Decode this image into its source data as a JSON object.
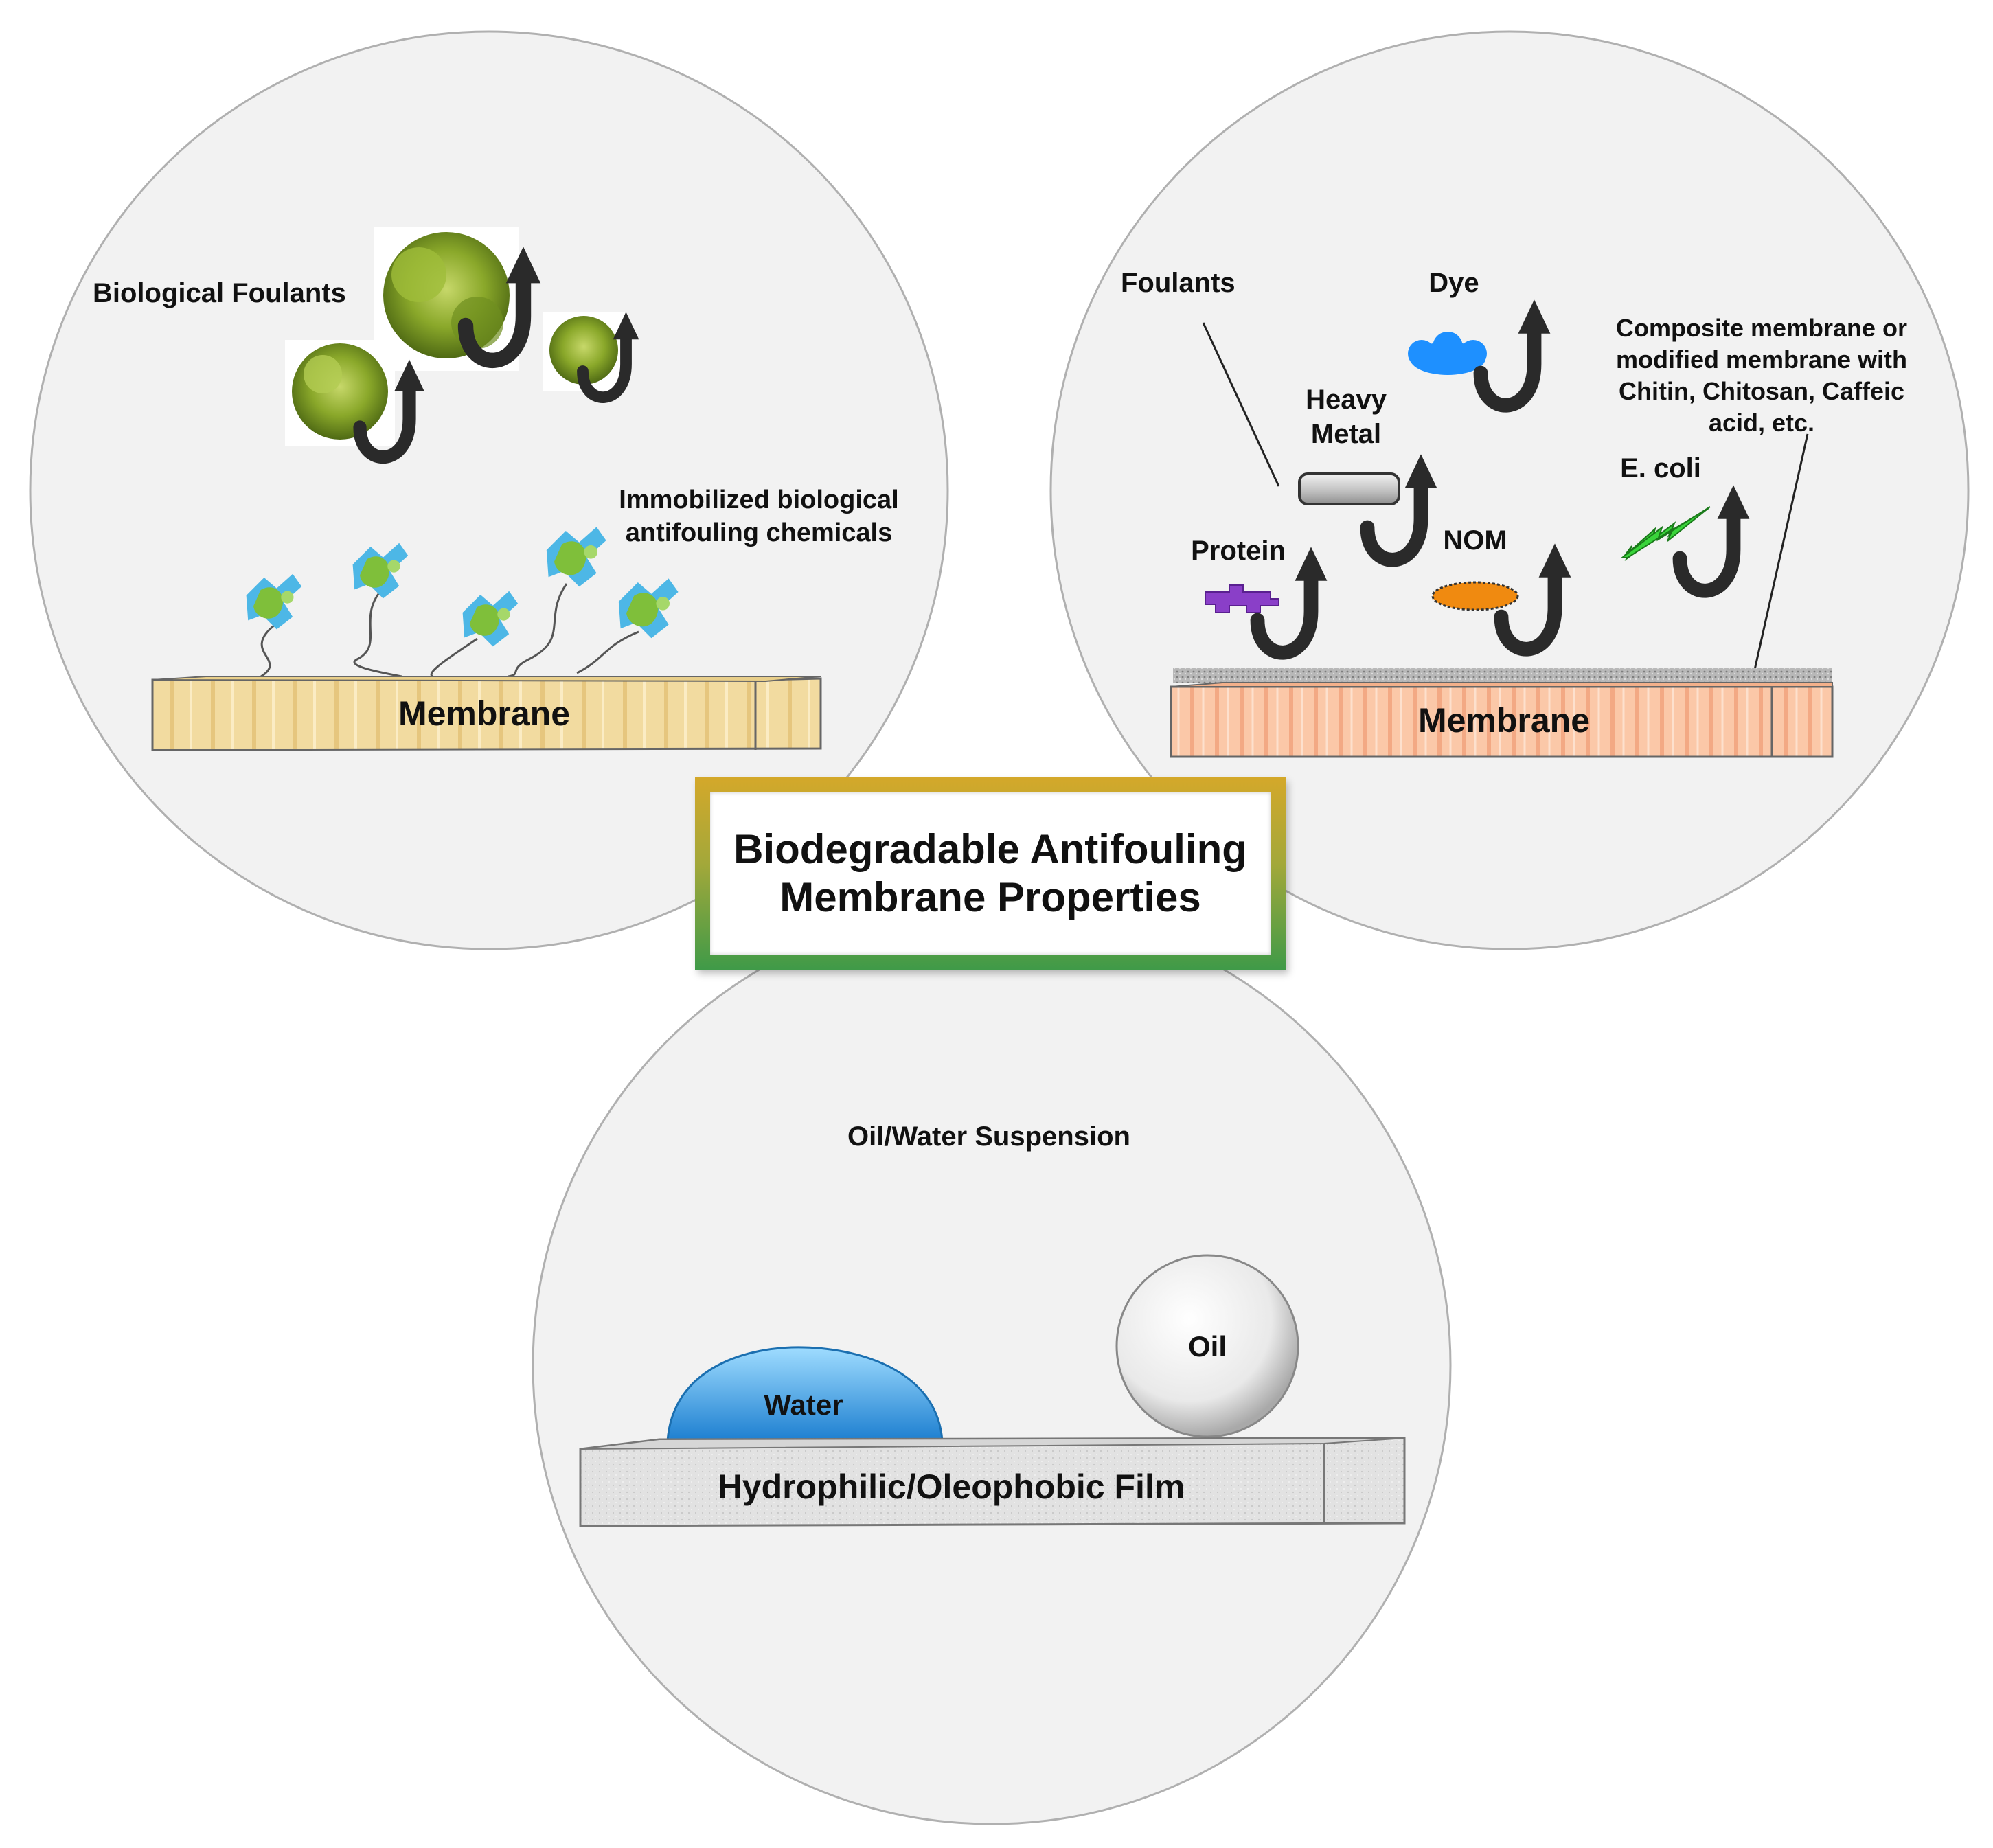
{
  "title": {
    "line1": "Biodegradable Antifouling",
    "line2": "Membrane Properties"
  },
  "panel_biological": {
    "foulants_label": "Biological Foulants",
    "chemicals_label_line1": "Immobilized biological",
    "chemicals_label_line2": "antifouling chemicals",
    "membrane_label": "Membrane",
    "membrane_color": "#f2dba0"
  },
  "panel_composite": {
    "foulants_label": "Foulants",
    "dye_label": "Dye",
    "heavy_metal_line1": "Heavy",
    "heavy_metal_line2": "Metal",
    "protein_label": "Protein",
    "nom_label": "NOM",
    "ecoli_label": "E. coli",
    "composite_line1": "Composite membrane or",
    "composite_line2": "modified membrane with",
    "composite_line3": "Chitin, Chitosan, Caffeic",
    "composite_line4": "acid, etc.",
    "membrane_label": "Membrane",
    "membrane_color": "#fbc8a8"
  },
  "panel_oilwater": {
    "suspension_label": "Oil/Water Suspension",
    "water_label": "Water",
    "oil_label": "Oil",
    "film_label": "Hydrophilic/Oleophobic Film"
  },
  "colors": {
    "circle_fill": "#f2f2f2",
    "circle_stroke": "#b0b0b0",
    "algae": "#8aa82a",
    "dye": "#1e90ff",
    "protein": "#8a3fc8",
    "nom": "#f08a10",
    "ecoli": "#39d43a",
    "water": "#3aa8e8",
    "arrow": "#2a2a2a"
  }
}
